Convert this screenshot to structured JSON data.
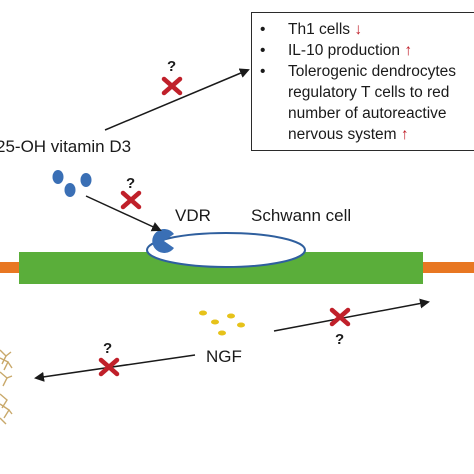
{
  "labels": {
    "vitamin": "25-OH vitamin D3",
    "vdr": "VDR",
    "schwann": "Schwann cell",
    "ngf": "NGF",
    "question": "?"
  },
  "box_items": [
    {
      "text": "Th1 cells",
      "arrow": "↓"
    },
    {
      "text": "IL-10 production",
      "arrow": "↑"
    },
    {
      "text": "Tolerogenic dendrocytes",
      "arrow": ""
    },
    {
      "text": "regulatory T cells to red",
      "arrow": ""
    },
    {
      "text": "number of autoreactive",
      "arrow": ""
    },
    {
      "text": "nervous system",
      "arrow": "↑"
    }
  ],
  "colors": {
    "axon": "#e87722",
    "schwann_body": "#5aae3a",
    "vitamin_dots": "#3a6fb5",
    "ngf_dots": "#e6c21a",
    "x_mark": "#c0202a",
    "arrow_up_down": "#c0202a",
    "tree": "#c9a96b"
  }
}
